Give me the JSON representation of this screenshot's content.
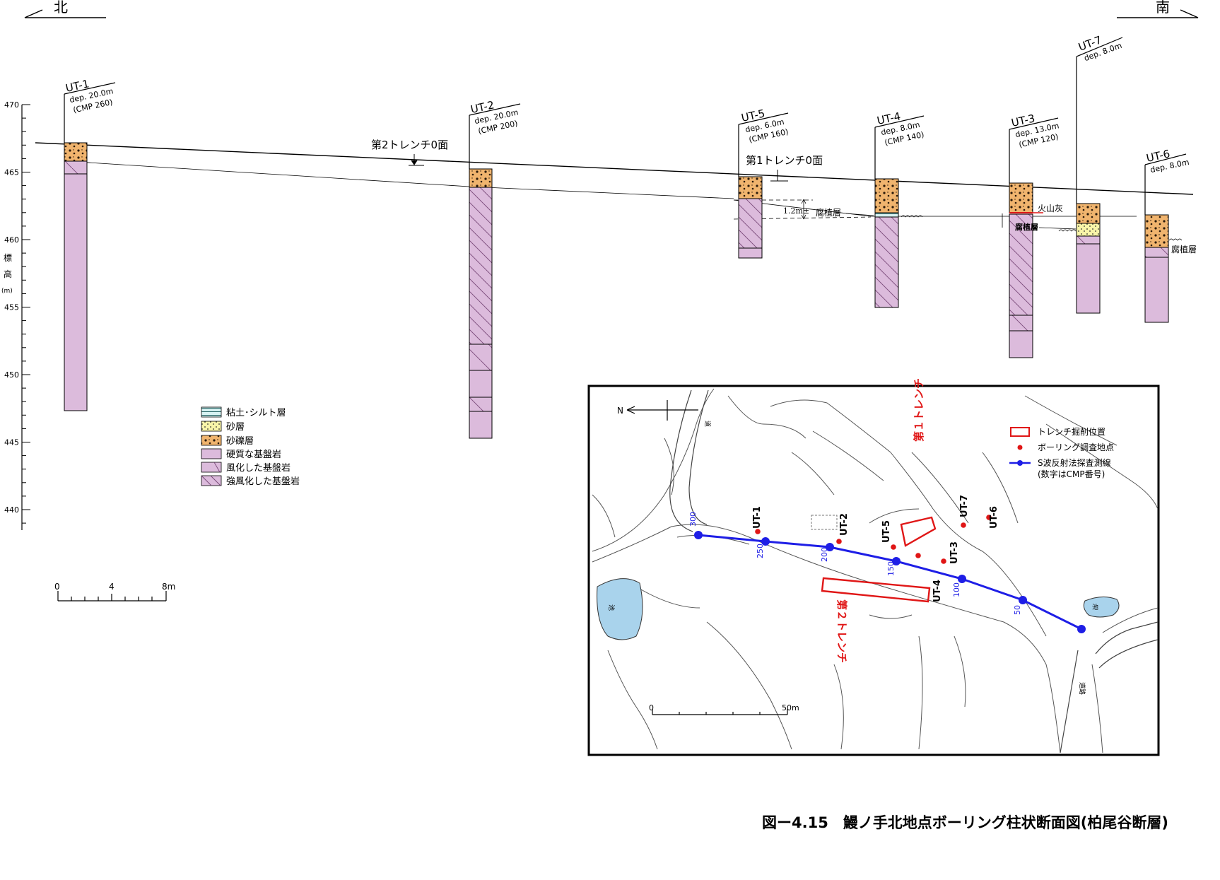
{
  "directions": {
    "north": "北",
    "south": "南"
  },
  "axis": {
    "label_chars": [
      "標",
      "高",
      "(m)"
    ],
    "ticks": [
      "470",
      "465",
      "460",
      "455",
      "450",
      "445",
      "440"
    ]
  },
  "boreholes": [
    {
      "id": "UT-1",
      "depth": "dep. 20.0m",
      "cmp": "(CMP 260)"
    },
    {
      "id": "UT-2",
      "depth": "dep. 20.0m",
      "cmp": "(CMP 200)"
    },
    {
      "id": "UT-5",
      "depth": "dep. 6.0m",
      "cmp": "(CMP 160)"
    },
    {
      "id": "UT-4",
      "depth": "dep. 8.0m",
      "cmp": "(CMP 140)"
    },
    {
      "id": "UT-3",
      "depth": "dep. 13.0m",
      "cmp": "(CMP 120)"
    },
    {
      "id": "UT-7",
      "depth": "dep. 8.0m",
      "cmp": ""
    },
    {
      "id": "UT-6",
      "depth": "dep. 8.0m",
      "cmp": ""
    }
  ],
  "annotations": {
    "trench2_surface": "第2トレンチ0面",
    "trench1_surface": "第1トレンチ0面",
    "offset": "1.2m±",
    "humus1": "腐植層",
    "volcanic_ash": "火山灰",
    "humus2": "腐植層",
    "humus3": "腐植層"
  },
  "legend": [
    {
      "label": "粘土･シルト層",
      "pattern": "clay"
    },
    {
      "label": "砂層",
      "pattern": "sand"
    },
    {
      "label": "砂礫層",
      "pattern": "gravel"
    },
    {
      "label": "硬質な基盤岩",
      "pattern": "hard"
    },
    {
      "label": "風化した基盤岩",
      "pattern": "weathered"
    },
    {
      "label": "強風化した基盤岩",
      "pattern": "strong"
    }
  ],
  "scale_bar": {
    "labels": [
      "0",
      "4",
      "8m"
    ]
  },
  "map": {
    "north": "N",
    "legend": {
      "trench": "トレンチ掘削位置",
      "boring": "ボーリング調査地点",
      "survey_line1": "S波反射法探査測線",
      "survey_line2": "(数字はCMP番号)"
    },
    "trench1": "第１トレンチ",
    "trench2": "第２トレンチ",
    "pond": "池",
    "road": "道路",
    "road_top": "道",
    "cmp_labels": [
      "300",
      "250",
      "200",
      "150",
      "100",
      "50"
    ],
    "boring_labels": [
      "UT-1",
      "UT-2",
      "UT-5",
      "UT-4",
      "UT-3",
      "UT-7",
      "UT-6"
    ],
    "scale": [
      "0",
      "50m"
    ]
  },
  "caption": "図ー4.15　鰻ノ手北地点ボーリング柱状断面図(柏尾谷断層)",
  "colors": {
    "hard_rock": "#dcbbdc",
    "gravel": "#f0b46e",
    "sand": "#f8f4a8",
    "clay": "#d7f2f2",
    "survey_line": "#1e1ee6",
    "trench": "#e01616",
    "boring": "#e01616",
    "pond": "#a9d3ec"
  }
}
